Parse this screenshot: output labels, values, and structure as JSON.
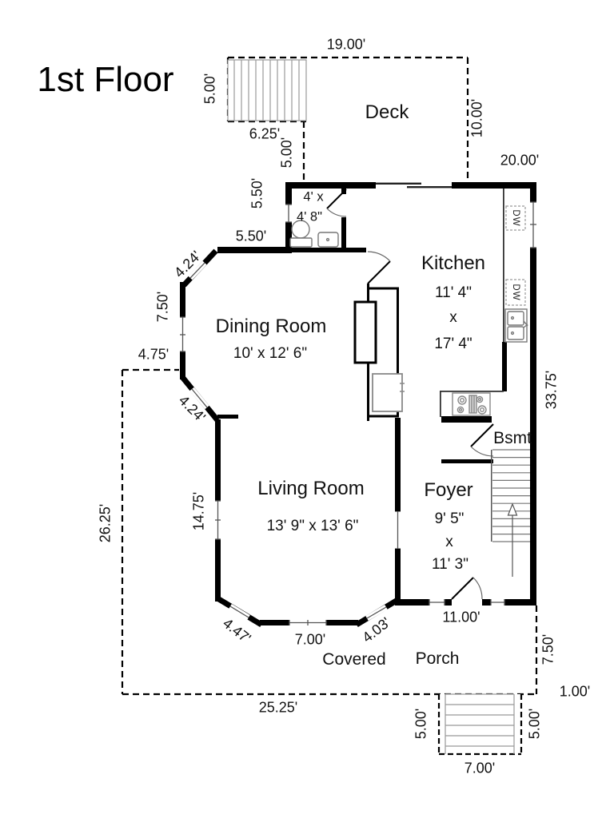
{
  "title": "1st Floor",
  "rooms": {
    "deck": {
      "name": "Deck"
    },
    "kitchen": {
      "name": "Kitchen",
      "dim1": "11' 4\"",
      "dim_sep": "x",
      "dim2": "17' 4\""
    },
    "dining": {
      "name": "Dining Room",
      "dims": "10' x 12' 6\""
    },
    "living": {
      "name": "Living Room",
      "dims": "13' 9\" x 13' 6\""
    },
    "foyer": {
      "name": "Foyer",
      "dim1": "9' 5\"",
      "dim_sep": "x",
      "dim2": "11' 3\""
    },
    "basement_stairs": {
      "name": "Bsmt"
    },
    "powder_room": {
      "dim1": "4' x",
      "dim2": "4' 8\""
    },
    "porch": {
      "name_part1": "Covered",
      "name_part2": "Porch"
    }
  },
  "appliances": {
    "dishwasher1": "DW",
    "dishwasher2": "DW"
  },
  "dimensions": {
    "deck_width": "19.00'",
    "deck_stair_depth": "5.00'",
    "deck_stair_width": "6.25'",
    "deck_inset": "5.00'",
    "deck_depth": "10.00'",
    "house_top_width": "20.00'",
    "powder_wall_height": "5.50'",
    "powder_wall_width": "5.50'",
    "dining_bay_upper_diag": "4.24'",
    "dining_bay_side": "7.50'",
    "dining_bay_offset": "4.75'",
    "dining_bay_lower_diag": "4.24'",
    "house_right_height": "33.75'",
    "living_side": "14.75'",
    "porch_left_height": "26.25'",
    "foyer_front_width": "11.00'",
    "living_bay_left_diag": "4.47'",
    "living_bay_front": "7.00'",
    "living_bay_right_diag": "4.03'",
    "porch_right_height": "7.50'",
    "porch_overhang": "1.00'",
    "steps_depth_left": "5.00'",
    "steps_depth_right": "5.00'",
    "steps_width": "7.00'",
    "porch_bottom_width": "25.25'"
  },
  "colors": {
    "wall": "#000000",
    "background": "#ffffff",
    "fixture": "#888888"
  }
}
